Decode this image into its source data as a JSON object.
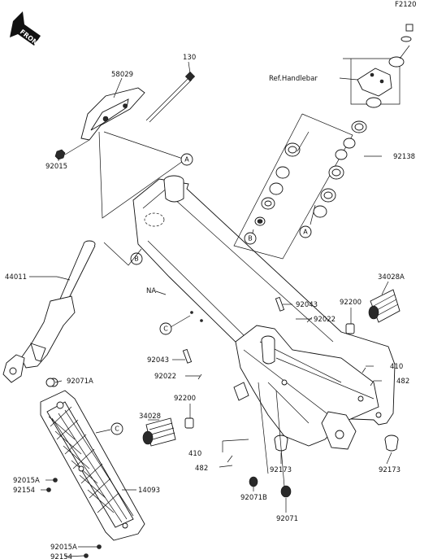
{
  "diagram_code": "F2120",
  "front_label": "FRONT",
  "ref_text": "Ref.Handlebar",
  "callouts": [
    "A",
    "B",
    "C"
  ],
  "parts": [
    "130",
    "58029",
    "92015",
    "44011",
    "92138",
    "34028A",
    "92043",
    "92022",
    "92200",
    "410",
    "482",
    "92173",
    "92071A",
    "14093",
    "92015A",
    "92154",
    "34028",
    "92071B",
    "92071",
    "NA"
  ]
}
